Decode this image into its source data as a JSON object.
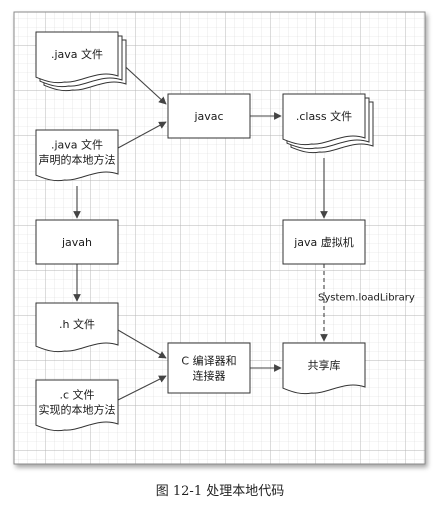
{
  "diagram": {
    "nodes": [
      {
        "id": "java_file",
        "text": ".java 文件",
        "shape": "doc-stack"
      },
      {
        "id": "java_native",
        "text": ".java 文件|声明的本地方法",
        "shape": "document"
      },
      {
        "id": "javac",
        "text": "javac",
        "shape": "box"
      },
      {
        "id": "class_file",
        "text": ".class 文件",
        "shape": "doc-stack"
      },
      {
        "id": "javah",
        "text": "javah",
        "shape": "box"
      },
      {
        "id": "jvm",
        "text": "java 虚拟机",
        "shape": "box"
      },
      {
        "id": "h_file",
        "text": ".h 文件",
        "shape": "document"
      },
      {
        "id": "c_file",
        "text": ".c 文件|实现的本地方法",
        "shape": "document"
      },
      {
        "id": "compiler",
        "text": "C 编译器和|连接器",
        "shape": "box"
      },
      {
        "id": "shared_lib",
        "text": "共享库",
        "shape": "document"
      }
    ],
    "edges": [
      {
        "from": "java_file",
        "to": "javac"
      },
      {
        "from": "java_native",
        "to": "javac"
      },
      {
        "from": "javac",
        "to": "class_file"
      },
      {
        "from": "class_file",
        "to": "jvm"
      },
      {
        "from": "java_native",
        "to": "javah"
      },
      {
        "from": "javah",
        "to": "h_file"
      },
      {
        "from": "h_file",
        "to": "compiler"
      },
      {
        "from": "c_file",
        "to": "compiler"
      },
      {
        "from": "compiler",
        "to": "shared_lib"
      },
      {
        "from": "jvm",
        "to": "shared_lib",
        "label": "System.loadLibrary",
        "dashed": true
      }
    ],
    "caption": "图 12-1   处理本地代码"
  }
}
